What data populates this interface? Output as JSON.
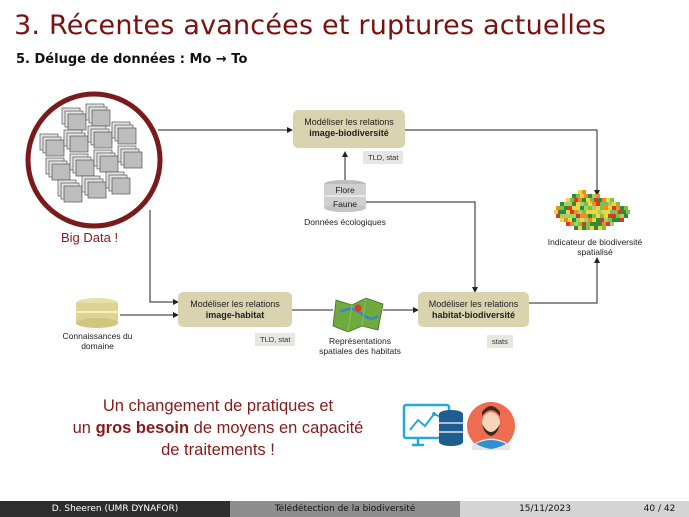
{
  "slide": {
    "title": "3. Récentes avancées et ruptures actuelles",
    "subtitle": "5. Déluge de données : Mo → To"
  },
  "diagram": {
    "bigdata_label": "Big Data !",
    "box_image_bio": {
      "line1": "Modéliser les relations",
      "line2": "image-biodiversité"
    },
    "box_image_habitat": {
      "line1": "Modéliser les relations",
      "line2": "image-habitat"
    },
    "box_habitat_bio": {
      "line1": "Modéliser les relations",
      "line2": "habitat-biodiversité"
    },
    "tag_tld_stat_top": "TLD, stat",
    "tag_tld_stat_mid": "TLD, stat",
    "tag_stats": "stats",
    "db_flore": "Flore",
    "db_faune": "Faune",
    "donnees_ecologiques": "Données écologiques",
    "connaissances": [
      "Connaissances du",
      "domaine"
    ],
    "representations": [
      "Représentations",
      "spatiales des habitats"
    ],
    "indicateur": [
      "Indicateur de biodiversité",
      "spatialisé"
    ]
  },
  "message": {
    "line1": "Un changement de pratiques et",
    "line2_pre": "un ",
    "line2_bold": "gros besoin",
    "line2_post": " de moyens en capacité",
    "line3": "de traitements !"
  },
  "footer": {
    "author": "D. Sheeren  (UMR DYNAFOR)",
    "course": "Télédétection de la biodiversité",
    "date": "15/11/2023",
    "page": "40 / 42"
  },
  "colors": {
    "title": "#7a1010",
    "box": "#d9d3b0",
    "circle": "#7a1a1a",
    "footer_dark": "#2d2d2d",
    "footer_mid": "#8e8e8e"
  }
}
